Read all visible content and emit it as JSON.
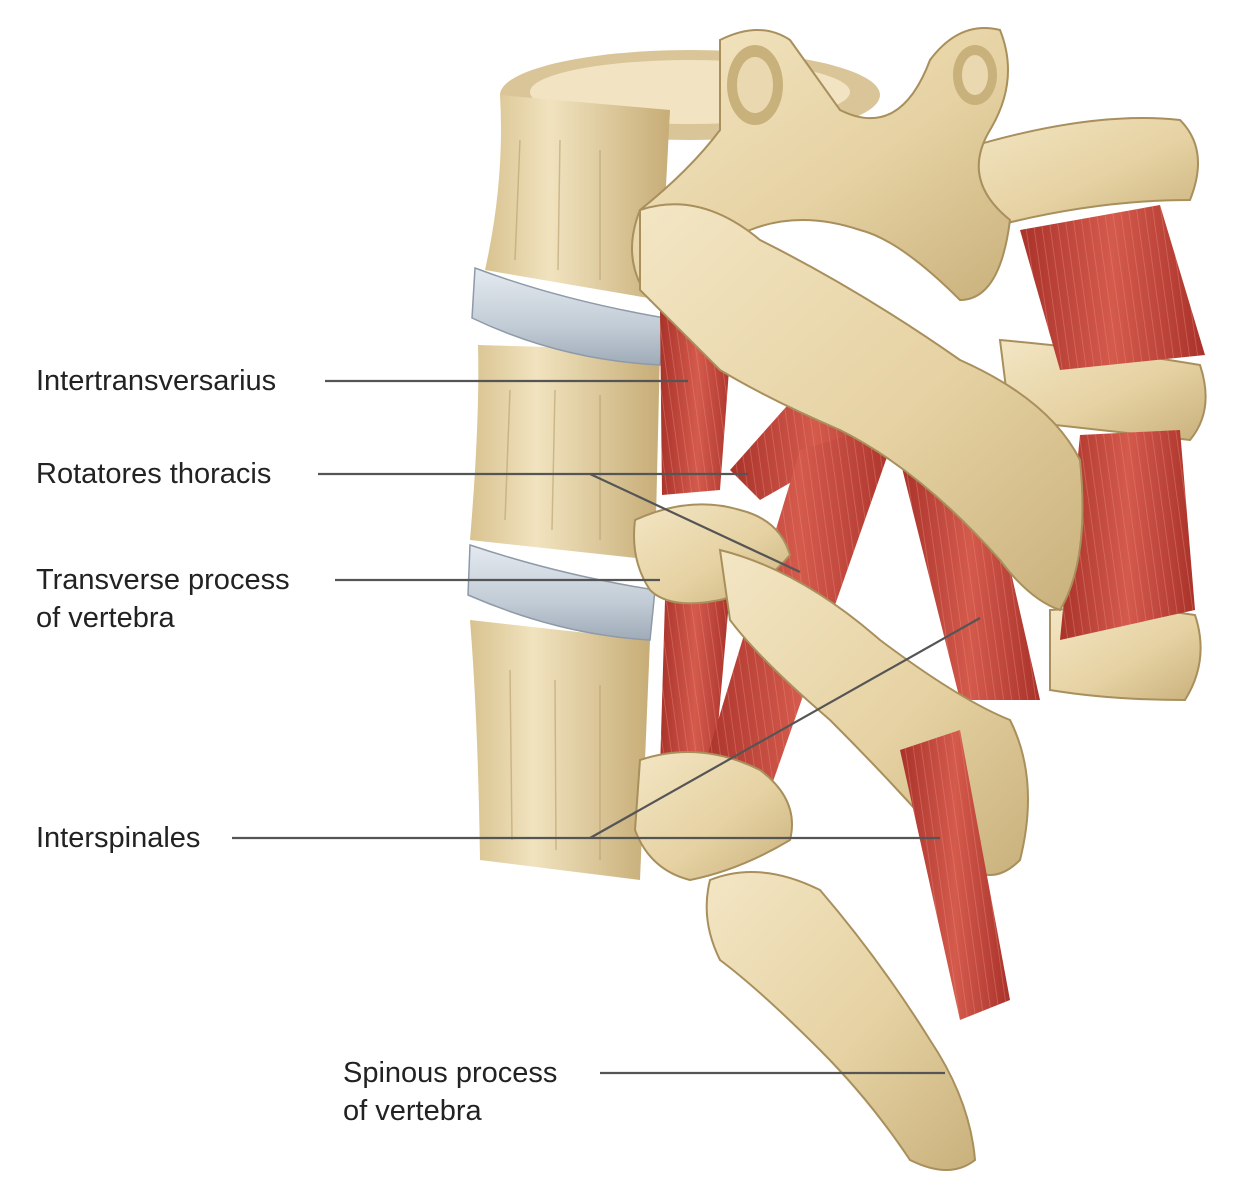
{
  "labels": {
    "intertransversarius": "Intertransversarius",
    "rotatores_thoracis": "Rotatores thoracis",
    "transverse_process_line1": "Transverse process",
    "transverse_process_line2": "of vertebra",
    "interspinales": "Interspinales",
    "spinous_process_line1": "Spinous process",
    "spinous_process_line2": "of vertebra"
  },
  "colors": {
    "bone": "#ead9b0",
    "bone_shadow": "#c9b27f",
    "bone_dark": "#a88f5c",
    "muscle": "#c4463b",
    "muscle_dark": "#9a2c25",
    "disc": "#c9d3dd",
    "leader_line": "#555555"
  }
}
